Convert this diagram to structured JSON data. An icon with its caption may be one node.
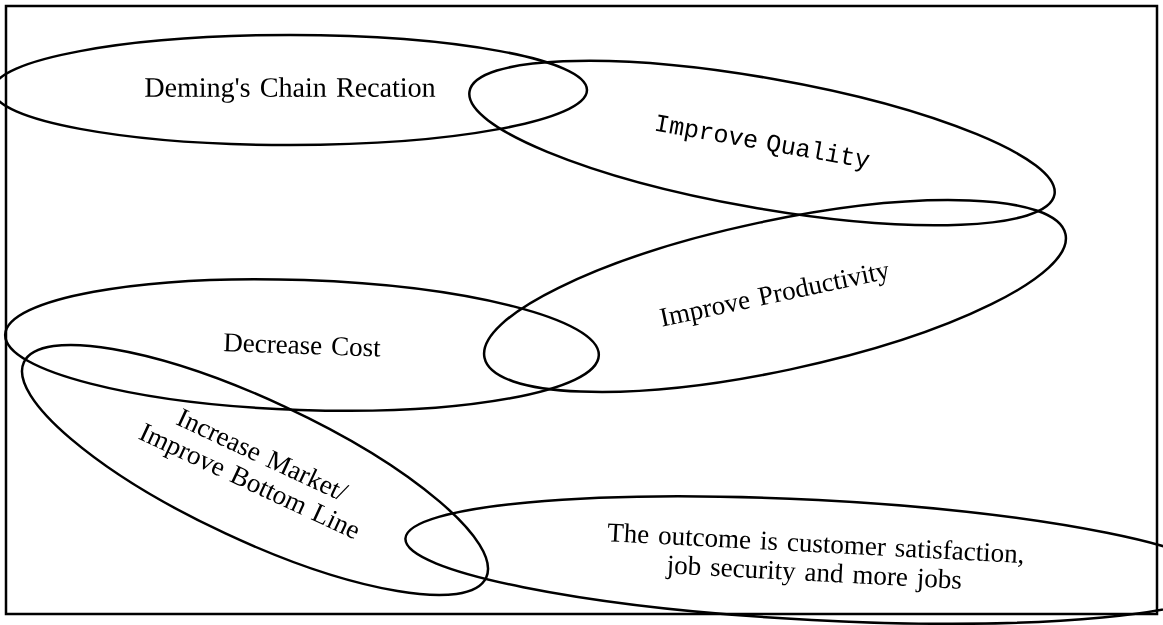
{
  "diagram": {
    "nodes": [
      {
        "text": [
          "Deming's Chain Recation"
        ]
      },
      {
        "text": [
          "Improve Quality"
        ]
      },
      {
        "text": [
          "Improve Productivity"
        ]
      },
      {
        "text": [
          "Decrease Cost"
        ]
      },
      {
        "text": [
          "Increase Market/ Improve Bottom Line"
        ]
      },
      {
        "text": [
          "The outcome is customer satisfaction, job security and more jobs"
        ]
      }
    ]
  }
}
